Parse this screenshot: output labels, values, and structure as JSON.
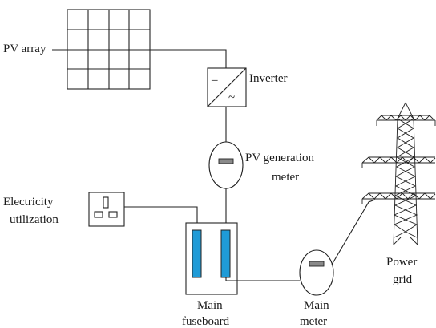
{
  "labels": {
    "pv_array": "PV array",
    "inverter": "Inverter",
    "inverter_dc_symbol": "–",
    "inverter_ac_symbol": "~",
    "pv_meter_line1": "PV generation",
    "pv_meter_line2": "meter",
    "utilization_line1": "Electricity",
    "utilization_line2": "utilization",
    "fuseboard_line1": "Main",
    "fuseboard_line2": "fuseboard",
    "main_meter_line1": "Main",
    "main_meter_line2": "meter",
    "grid_line1": "Power",
    "grid_line2": "grid"
  },
  "colors": {
    "fuse": "#1f9bd7",
    "line": "#222222",
    "meter_display": "#8a8a8a"
  },
  "icons": {
    "socket": "uk-socket-icon",
    "tower": "transmission-tower-icon"
  }
}
